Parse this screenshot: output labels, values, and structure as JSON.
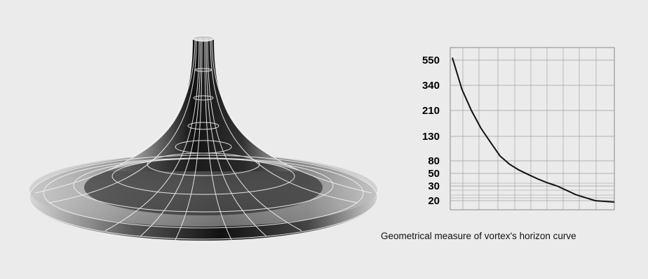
{
  "figure": {
    "illustration": "vortex-funnel-surface"
  },
  "chart_data": {
    "type": "line",
    "title": "",
    "xlabel": "",
    "ylabel": "",
    "caption": "Geometrical measure of vortex's horizon curve",
    "y_tick_labels": [
      "550",
      "340",
      "210",
      "130",
      "80",
      "50",
      "30",
      "20"
    ],
    "x_ticks_shown": false,
    "grid": true,
    "series": [
      {
        "values": [
          560,
          320,
          210,
          155,
          118,
          90,
          72,
          58,
          48,
          41,
          35,
          30,
          27,
          24,
          22,
          20,
          19,
          18
        ]
      }
    ],
    "line_color": "#111111",
    "grid_color": "#9a9a9a"
  }
}
